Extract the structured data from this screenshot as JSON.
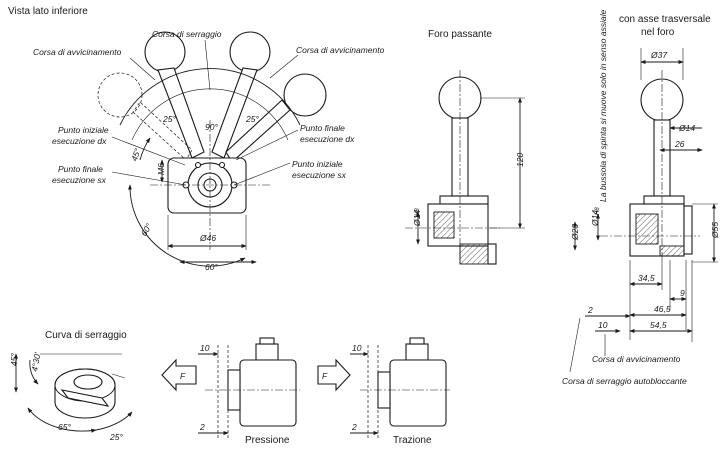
{
  "views": {
    "bottom_view_title": "Vista lato inferiore",
    "through_hole_title": "Foro passante",
    "cross_axis_title_line1": "con asse trasversale",
    "cross_axis_title_line2": "nel foro",
    "clamping_curve_title": "Curva di serraggio",
    "pressure_title": "Pressione",
    "traction_title": "Trazione"
  },
  "labels": {
    "corsa_serraggio": "Corsa di serraggio",
    "corsa_avvicinamento_left": "Corsa di avvicinamento",
    "corsa_avvicinamento_right": "Corsa di avvicinamento",
    "punto_iniziale_dx_1": "Punto iniziale",
    "punto_iniziale_dx_2": "esecuzione dx",
    "punto_finale_sx_1": "Punto finale",
    "punto_finale_sx_2": "esecuzione sx",
    "punto_finale_dx_1": "Punto finale",
    "punto_finale_dx_2": "esecuzione dx",
    "punto_iniziale_sx_1": "Punto iniziale",
    "punto_iniziale_sx_2": "esecuzione sx",
    "bussola_note": "La bussola di spinta si muove solo in senso assiale",
    "corsa_avvicinamento_bottom": "Corsa di avvicinamento",
    "corsa_serraggio_autobloccante": "Corsa di serraggio autobloccante",
    "force_label_1": "F",
    "force_label_2": "F"
  },
  "dimensions": {
    "ang_25_left": "25°",
    "ang_25_right": "25°",
    "ang_90": "90°",
    "ang_45": "45°",
    "m6": "M6",
    "ang_60_left": "60°",
    "d46": "Ø46",
    "ang_60_bottom": "60°",
    "fp_120": "120",
    "fp_d14": "Ø14",
    "fp_d14_sup": "H8",
    "ca_d37": "Ø37",
    "ca_d14": "Ø14",
    "ca_26": "26",
    "ca_d14h8": "Ø14",
    "ca_d14h8_sup": "H8",
    "ca_d28": "Ø28",
    "ca_d55": "Ø55",
    "ca_34_5": "34,5",
    "ca_9": "9",
    "ca_46_5": "46,5",
    "ca_54_5": "54,5",
    "ca_2": "2",
    "ca_10": "10",
    "cc_45": "45°",
    "cc_4_30": "4°30'",
    "cc_65": "65°",
    "cc_25": "25°",
    "pr_10": "10",
    "pr_2": "2",
    "tr_10": "10",
    "tr_2": "2"
  }
}
